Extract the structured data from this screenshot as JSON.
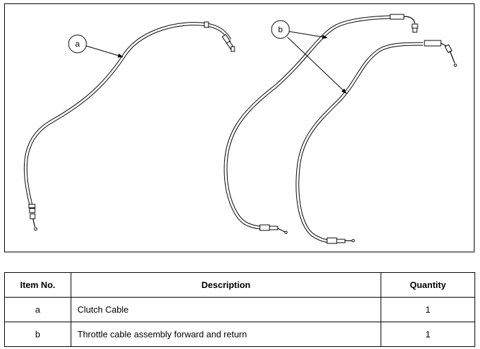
{
  "figure": {
    "callouts": [
      {
        "id": "a",
        "label": "a"
      },
      {
        "id": "b",
        "label": "b"
      }
    ]
  },
  "table": {
    "headers": {
      "item_no": "Item No.",
      "description": "Description",
      "quantity": "Quantity"
    },
    "rows": [
      {
        "item": "a",
        "description": "Clutch Cable",
        "quantity": "1"
      },
      {
        "item": "b",
        "description": "Throttle cable assembly forward and return",
        "quantity": "1"
      }
    ]
  }
}
